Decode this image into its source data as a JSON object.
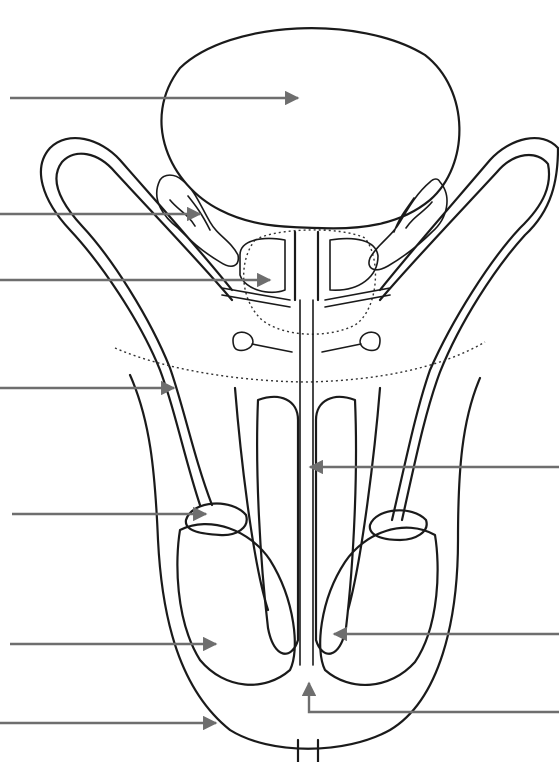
{
  "colors": {
    "line": "#1a1a1a",
    "pointer": "#6e6e6e",
    "background": "#ffffff"
  },
  "pointers": {
    "left": [
      {
        "id": "pointer-bladder"
      },
      {
        "id": "pointer-seminal-vesicle"
      },
      {
        "id": "pointer-prostate"
      },
      {
        "id": "pointer-vas-deferens"
      },
      {
        "id": "pointer-epididymis"
      },
      {
        "id": "pointer-testis"
      },
      {
        "id": "pointer-scrotum"
      }
    ],
    "right": [
      {
        "id": "pointer-urethra"
      },
      {
        "id": "pointer-erectile-tissue"
      },
      {
        "id": "pointer-urethral-opening"
      }
    ]
  }
}
